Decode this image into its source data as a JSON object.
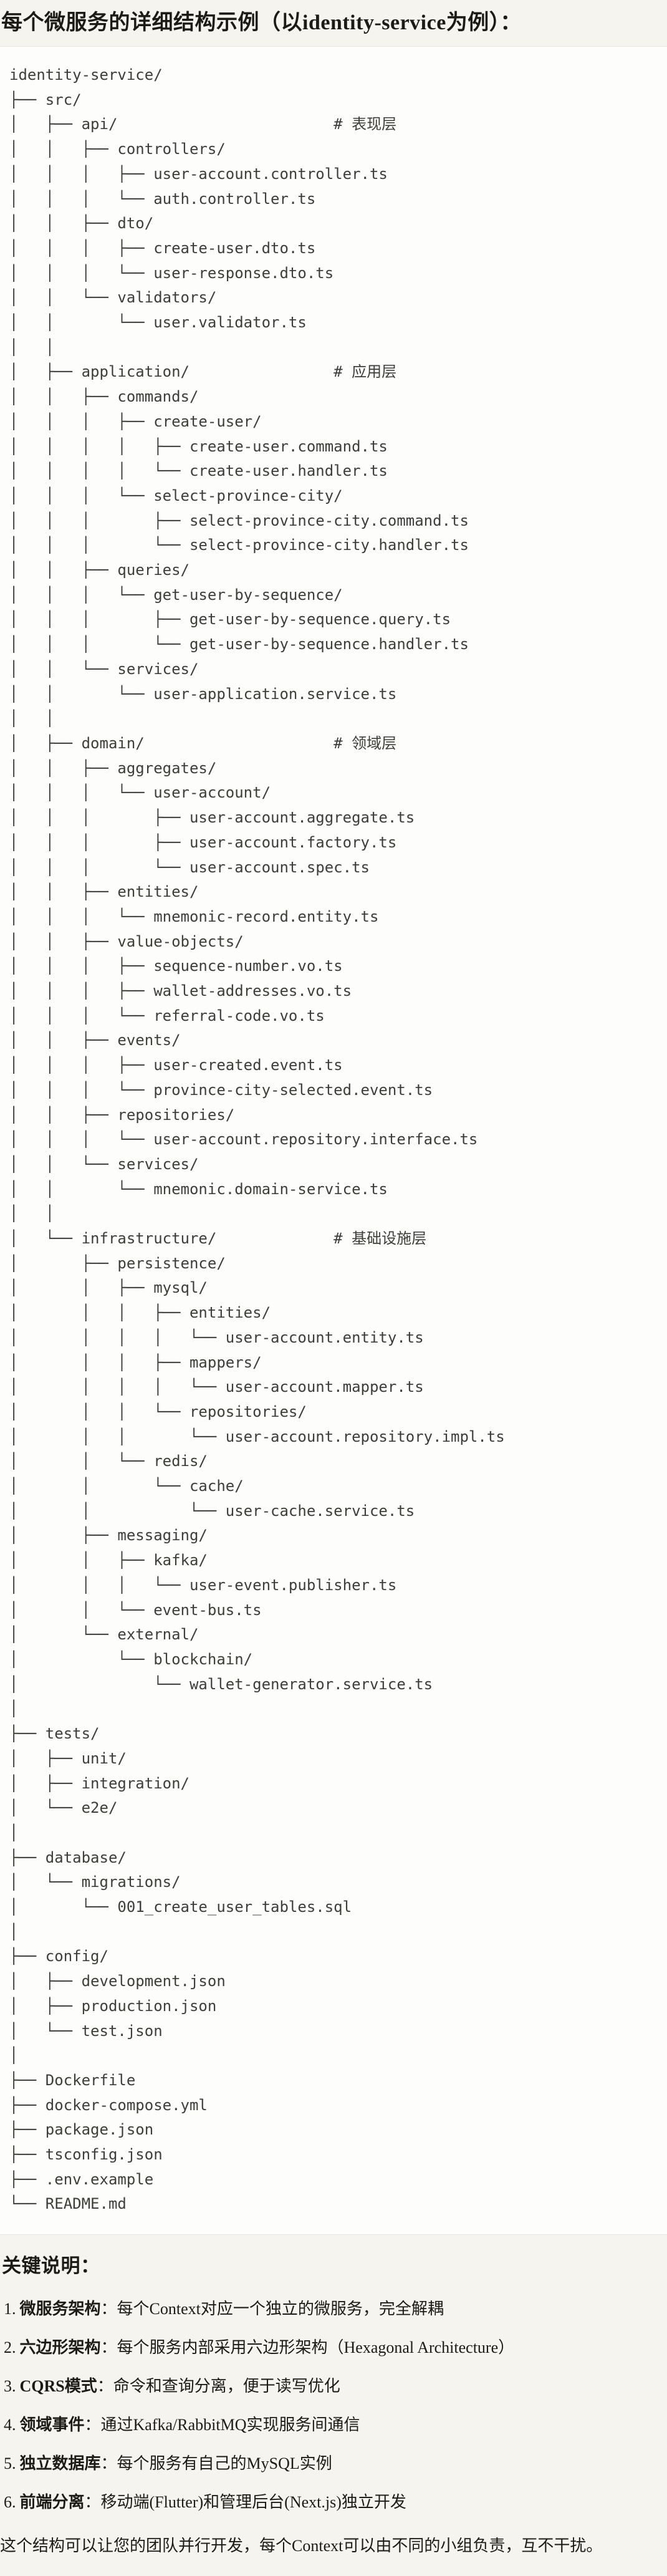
{
  "page": {
    "title": "每个微服务的详细结构示例（以identity-service为例）："
  },
  "colors": {
    "page_bg": "#F6F4EE",
    "code_bg": "#FDFDFB",
    "border": "#E9E6DF",
    "code_text": "#3E3D39",
    "body_text": "#1C1B18"
  },
  "tree": {
    "lines": [
      "identity-service/",
      "├── src/",
      "│   ├── api/                        # 表现层",
      "│   │   ├── controllers/",
      "│   │   │   ├── user-account.controller.ts",
      "│   │   │   └── auth.controller.ts",
      "│   │   ├── dto/",
      "│   │   │   ├── create-user.dto.ts",
      "│   │   │   └── user-response.dto.ts",
      "│   │   └── validators/",
      "│   │       └── user.validator.ts",
      "│   │",
      "│   ├── application/                # 应用层",
      "│   │   ├── commands/",
      "│   │   │   ├── create-user/",
      "│   │   │   │   ├── create-user.command.ts",
      "│   │   │   │   └── create-user.handler.ts",
      "│   │   │   └── select-province-city/",
      "│   │   │       ├── select-province-city.command.ts",
      "│   │   │       └── select-province-city.handler.ts",
      "│   │   ├── queries/",
      "│   │   │   └── get-user-by-sequence/",
      "│   │   │       ├── get-user-by-sequence.query.ts",
      "│   │   │       └── get-user-by-sequence.handler.ts",
      "│   │   └── services/",
      "│   │       └── user-application.service.ts",
      "│   │",
      "│   ├── domain/                     # 领域层",
      "│   │   ├── aggregates/",
      "│   │   │   └── user-account/",
      "│   │   │       ├── user-account.aggregate.ts",
      "│   │   │       ├── user-account.factory.ts",
      "│   │   │       └── user-account.spec.ts",
      "│   │   ├── entities/",
      "│   │   │   └── mnemonic-record.entity.ts",
      "│   │   ├── value-objects/",
      "│   │   │   ├── sequence-number.vo.ts",
      "│   │   │   ├── wallet-addresses.vo.ts",
      "│   │   │   └── referral-code.vo.ts",
      "│   │   ├── events/",
      "│   │   │   ├── user-created.event.ts",
      "│   │   │   └── province-city-selected.event.ts",
      "│   │   ├── repositories/",
      "│   │   │   └── user-account.repository.interface.ts",
      "│   │   └── services/",
      "│   │       └── mnemonic.domain-service.ts",
      "│   │",
      "│   └── infrastructure/             # 基础设施层",
      "│       ├── persistence/",
      "│       │   ├── mysql/",
      "│       │   │   ├── entities/",
      "│       │   │   │   └── user-account.entity.ts",
      "│       │   │   ├── mappers/",
      "│       │   │   │   └── user-account.mapper.ts",
      "│       │   │   └── repositories/",
      "│       │   │       └── user-account.repository.impl.ts",
      "│       │   └── redis/",
      "│       │       └── cache/",
      "│       │           └── user-cache.service.ts",
      "│       ├── messaging/",
      "│       │   ├── kafka/",
      "│       │   │   └── user-event.publisher.ts",
      "│       │   └── event-bus.ts",
      "│       └── external/",
      "│           └── blockchain/",
      "│               └── wallet-generator.service.ts",
      "│",
      "├── tests/",
      "│   ├── unit/",
      "│   ├── integration/",
      "│   └── e2e/",
      "│",
      "├── database/",
      "│   └── migrations/",
      "│       └── 001_create_user_tables.sql",
      "│",
      "├── config/",
      "│   ├── development.json",
      "│   ├── production.json",
      "│   └── test.json",
      "│",
      "├── Dockerfile",
      "├── docker-compose.yml",
      "├── package.json",
      "├── tsconfig.json",
      "├── .env.example",
      "└── README.md"
    ]
  },
  "notes": {
    "heading": "关键说明：",
    "items": [
      {
        "num": "1.",
        "label": "微服务架构",
        "text": "：每个Context对应一个独立的微服务，完全解耦"
      },
      {
        "num": "2.",
        "label": "六边形架构",
        "text": "：每个服务内部采用六边形架构（Hexagonal Architecture）"
      },
      {
        "num": "3.",
        "label": "CQRS模式",
        "text": "：命令和查询分离，便于读写优化"
      },
      {
        "num": "4.",
        "label": "领域事件",
        "text": "：通过Kafka/RabbitMQ实现服务间通信"
      },
      {
        "num": "5.",
        "label": "独立数据库",
        "text": "：每个服务有自己的MySQL实例"
      },
      {
        "num": "6.",
        "label": "前端分离",
        "text": "：移动端(Flutter)和管理后台(Next.js)独立开发"
      }
    ],
    "footer": "这个结构可以让您的团队并行开发，每个Context可以由不同的小组负责，互不干扰。"
  }
}
